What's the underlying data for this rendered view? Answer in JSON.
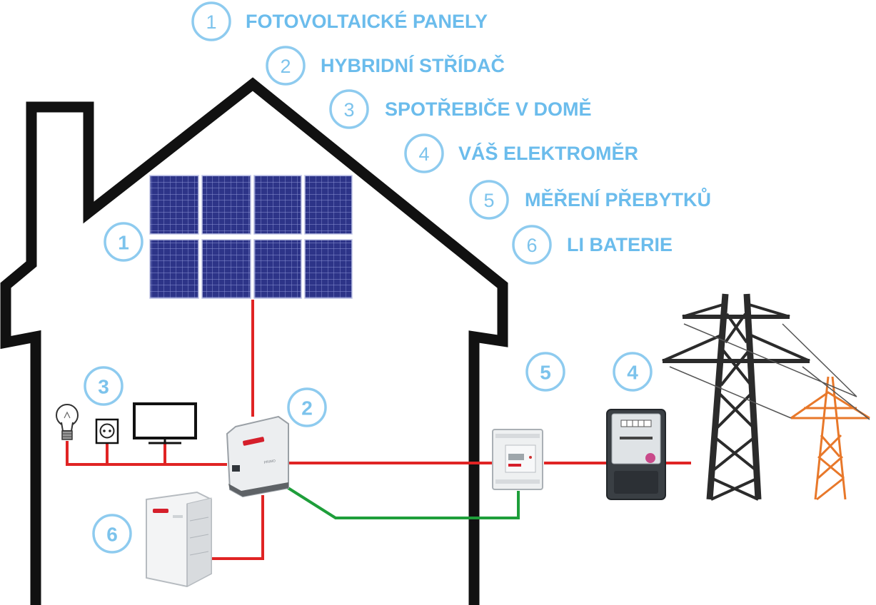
{
  "legend": [
    {
      "num": "1",
      "label": "FOTOVOLTAICKÉ PANELY"
    },
    {
      "num": "2",
      "label": "HYBRIDNÍ STŘÍDAČ"
    },
    {
      "num": "3",
      "label": "SPOTŘEBIČE V DOMĚ"
    },
    {
      "num": "4",
      "label": "VÁŠ ELEKTROMĚR"
    },
    {
      "num": "5",
      "label": "MĚŘENÍ PŘEBYTKŮ"
    },
    {
      "num": "6",
      "label": "LI BATERIE"
    }
  ],
  "badges": {
    "panels": "1",
    "inverter": "2",
    "appliances": "3",
    "meter": "4",
    "surplus": "5",
    "battery": "6"
  },
  "colors": {
    "accent": "#7cc3ec",
    "house_outline": "#111111",
    "dc_ac_wire": "#e02424",
    "signal_wire": "#1e9e3a",
    "panel": "#2c3384",
    "pylon_main": "#2b2b2b",
    "pylon_secondary": "#e8782a"
  },
  "icons": [
    "solar-panel-icon",
    "inverter-icon",
    "light-bulb-icon",
    "power-socket-icon",
    "tv-icon",
    "battery-icon",
    "smart-meter-icon",
    "electricity-meter-icon",
    "power-pylon-icon"
  ]
}
